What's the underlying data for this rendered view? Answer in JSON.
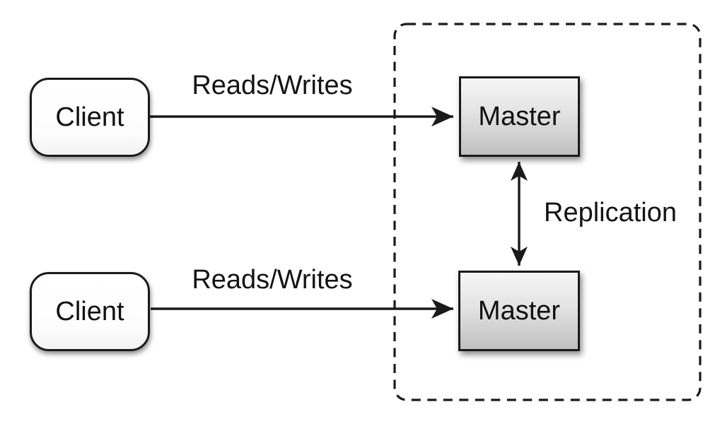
{
  "diagram": {
    "nodes": [
      {
        "id": "client-top",
        "label": "Client"
      },
      {
        "id": "client-bottom",
        "label": "Client"
      },
      {
        "id": "master-top",
        "label": "Master"
      },
      {
        "id": "master-bottom",
        "label": "Master"
      }
    ],
    "edges": [
      {
        "id": "reads-writes-top",
        "label": "Reads/Writes",
        "from": "client-top",
        "to": "master-top",
        "direction": "one-way"
      },
      {
        "id": "reads-writes-bottom",
        "label": "Reads/Writes",
        "from": "client-bottom",
        "to": "master-bottom",
        "direction": "one-way"
      },
      {
        "id": "replication",
        "label": "Replication",
        "from": "master-top",
        "to": "master-bottom",
        "direction": "two-way"
      }
    ],
    "colors": {
      "background": "#ffffff",
      "stroke": "#1a1a1a",
      "text": "#141414",
      "client_fill_top": "#ffffff",
      "client_fill_bottom": "#f2f2f2",
      "master_fill_top": "#f6f6f6",
      "master_fill_bottom": "#c0c0c0"
    }
  }
}
